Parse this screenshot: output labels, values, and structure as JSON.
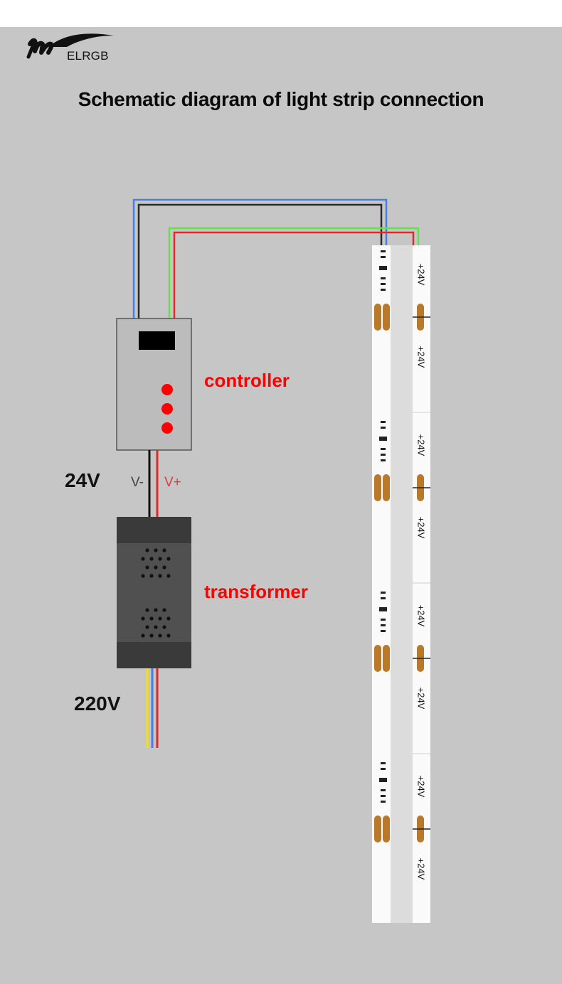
{
  "brand": {
    "name": "ELRGB"
  },
  "title": "Schematic diagram of light strip connection",
  "labels": {
    "controller": "controller",
    "transformer": "transformer",
    "output_voltage": "24V",
    "input_voltage": "220V",
    "v_minus": "V-",
    "v_plus": "V+"
  },
  "strip": {
    "voltage_label": "+24V",
    "voltage_label_count": 8,
    "segment_count": 4
  },
  "colors": {
    "background": "#c6c6c6",
    "accent_red": "#ff0000",
    "wire_blue": "#4a7fe0",
    "wire_black": "#2b2b2b",
    "wire_green": "#66e04a",
    "wire_red": "#e02a2a",
    "wire_yellow": "#f5e000",
    "solder_pad": "#b87a2a",
    "controller_body": "#bcbcbc",
    "transformer_body": "#3f3f3f"
  }
}
